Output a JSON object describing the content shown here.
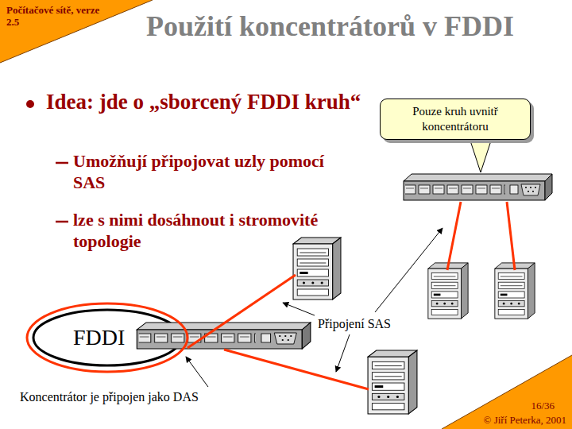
{
  "diagram": {
    "title": "Použití koncentrátorů v FDDI",
    "nodes": [
      {
        "text": [
          "Pouze kruh uvnitř koncentrátoru"
        ]
      },
      {
        "text": [
          "FDDI"
        ]
      }
    ],
    "labels": [
      "Počítačové sítě, verze 2.5",
      "Idea: jde o „sborcený FDDI kruh“",
      "Umožňují připojovat uzly pomocí SAS",
      "lze s nimi dosáhnout i stromovité topologie",
      "Připojení SAS",
      "Koncentrátor je připojen jako DAS",
      "16/36",
      "© Jiří Peterka, 2001"
    ]
  }
}
